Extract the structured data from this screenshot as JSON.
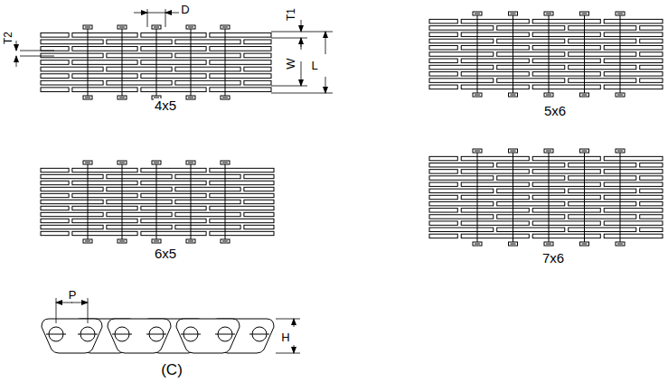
{
  "diagram": {
    "labels": [
      "D",
      "T1",
      "T2",
      "W",
      "L",
      "4x5",
      "5x6",
      "6x5",
      "7x6",
      "P",
      "H",
      "(C)"
    ]
  }
}
